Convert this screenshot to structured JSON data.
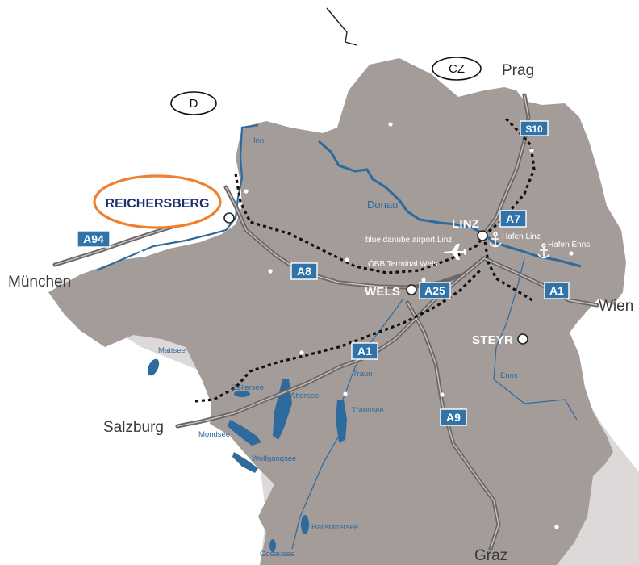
{
  "countries": {
    "germany": "D",
    "czech": "CZ"
  },
  "highlight": {
    "label": "REICHERSBERG",
    "ring_color": "#f08030"
  },
  "cities": {
    "muenchen": "München",
    "salzburg": "Salzburg",
    "prag": "Prag",
    "wien": "Wien",
    "graz": "Graz",
    "linz": "LINZ",
    "wels": "WELS",
    "steyr": "STEYR"
  },
  "pois": {
    "airport": "blue danube airport Linz",
    "hafen_linz": "Hafen Linz",
    "hafen_enns": "Hafen Enns",
    "oebb": "ÖBB Terminal Wels"
  },
  "rivers": {
    "inn": "Inn",
    "donau": "Donau",
    "traun": "Traun",
    "enns": "Enns"
  },
  "lakes": {
    "mattsee": "Mattsee",
    "zellersee": "Zellersee",
    "attersee": "Attersee",
    "traunsee": "Traunsee",
    "mondsee": "Mondsee",
    "wolfgangsee": "Wolfgangsee",
    "hallstaettersee": "Hallstättersee",
    "gosausee": "Gosausee"
  },
  "motorways": {
    "a94": "A94",
    "a8": "A8",
    "a7": "A7",
    "a1_east": "A1",
    "a25": "A25",
    "a1_west": "A1",
    "a9": "A9",
    "s10": "S10"
  },
  "colors": {
    "land": "#a39c99",
    "land_light": "#dcd9d8",
    "water": "#2d6a9e",
    "shield": "#2f73a8",
    "road": "#6b6766"
  }
}
